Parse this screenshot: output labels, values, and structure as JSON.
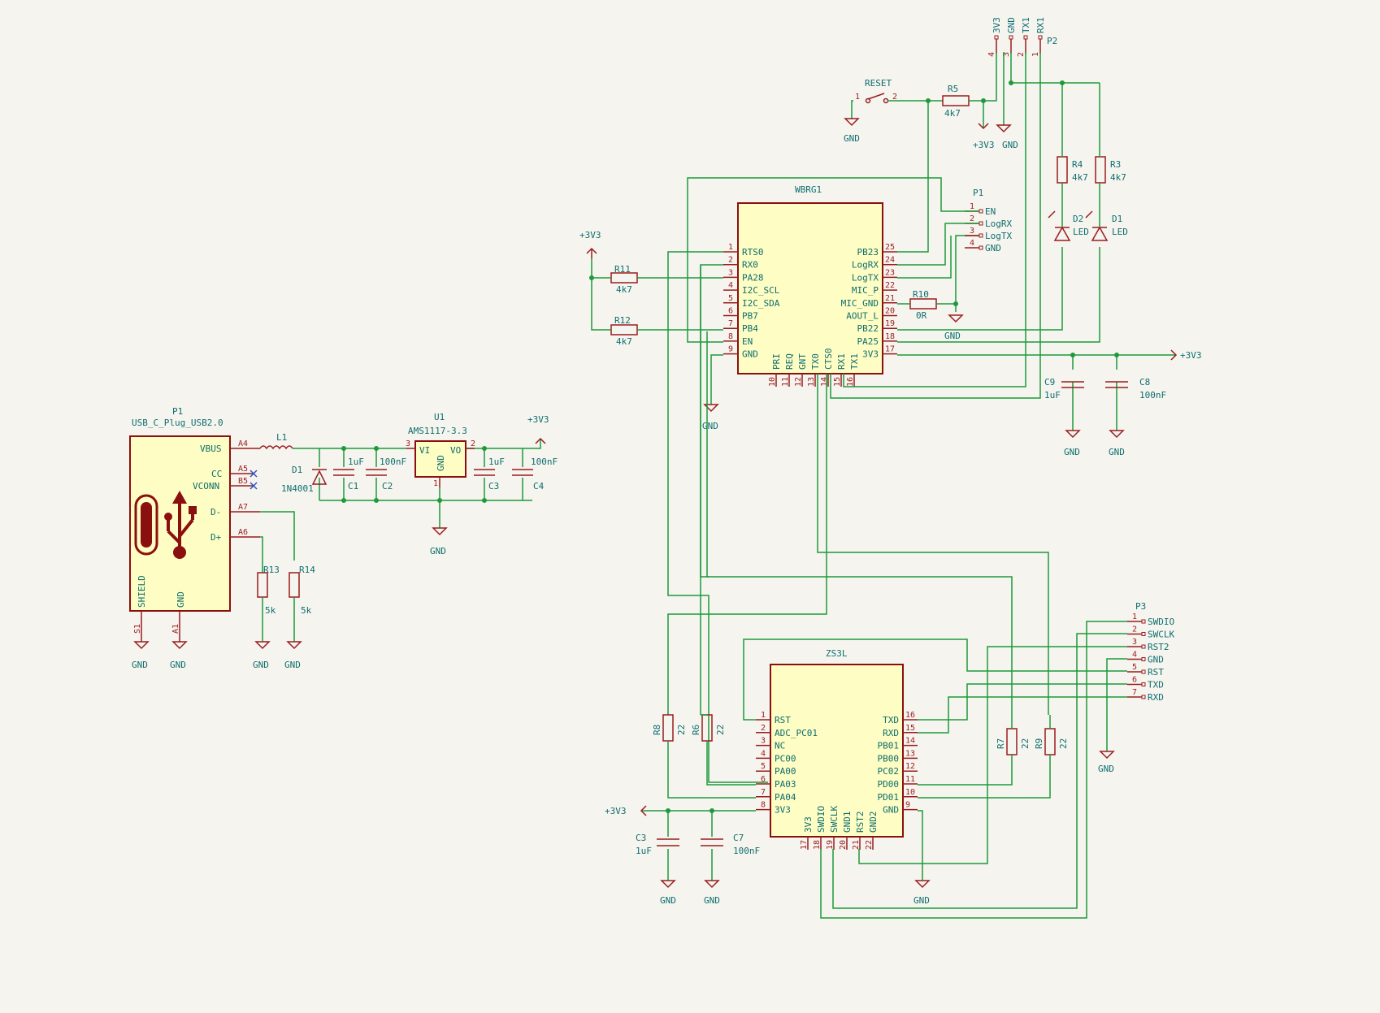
{
  "components": {
    "p1_usb": {
      "ref": "P1",
      "value": "USB_C_Plug_USB2.0",
      "pins": [
        {
          "num": "A4",
          "name": "VBUS"
        },
        {
          "num": "A5",
          "name": "CC"
        },
        {
          "num": "B5",
          "name": "VCONN"
        },
        {
          "num": "A7",
          "name": "D-"
        },
        {
          "num": "A6",
          "name": "D+"
        }
      ],
      "shield": "SHIELD",
      "gnd": "GND",
      "s1": "S1",
      "a1": "A1"
    },
    "l1": {
      "ref": "L1"
    },
    "d1_diode": {
      "ref": "D1",
      "value": "1N4001"
    },
    "c1": {
      "ref": "C1",
      "value": "1uF"
    },
    "c2": {
      "ref": "C2",
      "value": "100nF"
    },
    "u1": {
      "ref": "U1",
      "value": "AMS1117-3.3",
      "vi": "VI",
      "vo": "VO",
      "gnd": "GND",
      "pin_vi": "3",
      "pin_vo": "2",
      "pin_gnd": "1"
    },
    "c3a": {
      "ref": "C3",
      "value": "1uF"
    },
    "c4": {
      "ref": "C4",
      "value": "100nF"
    },
    "r13": {
      "ref": "R13",
      "value": "5k"
    },
    "r14": {
      "ref": "R14",
      "value": "5k"
    },
    "wbrg1": {
      "ref": "WBRG1",
      "left": [
        {
          "num": "1",
          "name": "RTS0"
        },
        {
          "num": "2",
          "name": "RX0"
        },
        {
          "num": "3",
          "name": "PA28"
        },
        {
          "num": "4",
          "name": "I2C_SCL"
        },
        {
          "num": "5",
          "name": "I2C_SDA"
        },
        {
          "num": "6",
          "name": "PB7"
        },
        {
          "num": "7",
          "name": "PB4"
        },
        {
          "num": "8",
          "name": "EN"
        },
        {
          "num": "9",
          "name": "GND"
        }
      ],
      "right": [
        {
          "num": "25",
          "name": "PB23"
        },
        {
          "num": "24",
          "name": "LogRX"
        },
        {
          "num": "23",
          "name": "LogTX"
        },
        {
          "num": "22",
          "name": "MIC_P"
        },
        {
          "num": "21",
          "name": "MIC_GND"
        },
        {
          "num": "20",
          "name": "AOUT_L"
        },
        {
          "num": "19",
          "name": "PB22"
        },
        {
          "num": "18",
          "name": "PA25"
        },
        {
          "num": "17",
          "name": "3V3"
        }
      ],
      "bottom": [
        {
          "num": "10",
          "name": "PRI"
        },
        {
          "num": "11",
          "name": "REQ"
        },
        {
          "num": "12",
          "name": "GNT"
        },
        {
          "num": "13",
          "name": "TX0"
        },
        {
          "num": "14",
          "name": "CTS0"
        },
        {
          "num": "15",
          "name": "RX1"
        },
        {
          "num": "16",
          "name": "TX1"
        }
      ]
    },
    "r11": {
      "ref": "R11",
      "value": "4k7"
    },
    "r12": {
      "ref": "R12",
      "value": "4k7"
    },
    "r10": {
      "ref": "R10",
      "value": "0R"
    },
    "p1_header": {
      "ref": "P1",
      "pins": [
        {
          "num": "1",
          "name": "EN"
        },
        {
          "num": "2",
          "name": "LogRX"
        },
        {
          "num": "3",
          "name": "LogTX"
        },
        {
          "num": "4",
          "name": "GND"
        }
      ]
    },
    "p2": {
      "ref": "P2",
      "pins": [
        {
          "num": "4",
          "name": "3V3"
        },
        {
          "num": "3",
          "name": "GND"
        },
        {
          "num": "2",
          "name": "TX1"
        },
        {
          "num": "1",
          "name": "RX1"
        }
      ]
    },
    "reset_sw": {
      "ref": "RESET",
      "pin1": "1",
      "pin2": "2"
    },
    "r5": {
      "ref": "R5",
      "value": "4k7"
    },
    "r4": {
      "ref": "R4",
      "value": "4k7"
    },
    "r3": {
      "ref": "R3",
      "value": "4k7"
    },
    "d2_led": {
      "ref": "D2",
      "value": "LED"
    },
    "d1_led": {
      "ref": "D1",
      "value": "LED"
    },
    "c9": {
      "ref": "C9",
      "value": "1uF"
    },
    "c8": {
      "ref": "C8",
      "value": "100nF"
    },
    "zs3l": {
      "ref": "ZS3L",
      "left": [
        {
          "num": "1",
          "name": "RST"
        },
        {
          "num": "2",
          "name": "ADC_PC01"
        },
        {
          "num": "3",
          "name": "NC"
        },
        {
          "num": "4",
          "name": "PC00"
        },
        {
          "num": "5",
          "name": "PA00"
        },
        {
          "num": "6",
          "name": "PA03"
        },
        {
          "num": "7",
          "name": "PA04"
        },
        {
          "num": "8",
          "name": "3V3"
        }
      ],
      "right": [
        {
          "num": "16",
          "name": "TXD"
        },
        {
          "num": "15",
          "name": "RXD"
        },
        {
          "num": "14",
          "name": "PB01"
        },
        {
          "num": "13",
          "name": "PB00"
        },
        {
          "num": "12",
          "name": "PC02"
        },
        {
          "num": "11",
          "name": "PD00"
        },
        {
          "num": "10",
          "name": "PD01"
        },
        {
          "num": "9",
          "name": "GND"
        }
      ],
      "bottom": [
        {
          "num": "17",
          "name": "3V3"
        },
        {
          "num": "18",
          "name": "SWDIO"
        },
        {
          "num": "19",
          "name": "SWCLK"
        },
        {
          "num": "20",
          "name": "GND1"
        },
        {
          "num": "21",
          "name": "RST2"
        },
        {
          "num": "22",
          "name": "GND2"
        }
      ]
    },
    "r8": {
      "ref": "R8",
      "value": "22"
    },
    "r6": {
      "ref": "R6",
      "value": "22"
    },
    "r7": {
      "ref": "R7",
      "value": "22"
    },
    "r9": {
      "ref": "R9",
      "value": "22"
    },
    "c3b": {
      "ref": "C3",
      "value": "1uF"
    },
    "c7": {
      "ref": "C7",
      "value": "100nF"
    },
    "p3": {
      "ref": "P3",
      "pins": [
        {
          "num": "1",
          "name": "SWDIO"
        },
        {
          "num": "2",
          "name": "SWCLK"
        },
        {
          "num": "3",
          "name": "RST2"
        },
        {
          "num": "4",
          "name": "GND"
        },
        {
          "num": "5",
          "name": "RST"
        },
        {
          "num": "6",
          "name": "TXD"
        },
        {
          "num": "7",
          "name": "RXD"
        }
      ]
    }
  },
  "power": {
    "gnd": "GND",
    "v33": "+3V3"
  }
}
